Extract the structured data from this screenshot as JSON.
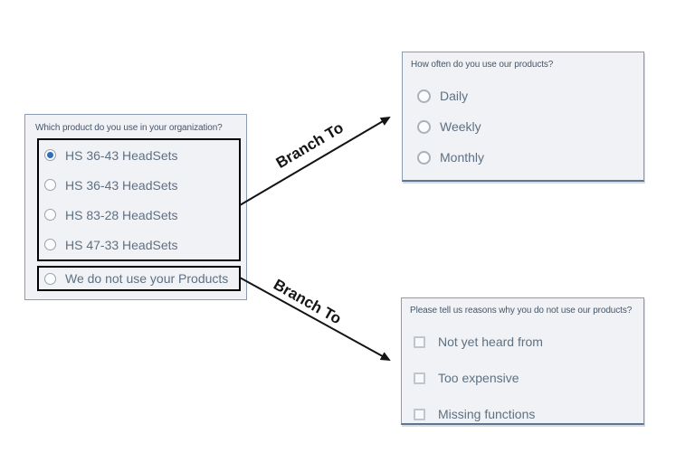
{
  "source_question": {
    "title": "Which product do you use in your organization?",
    "options": [
      {
        "label": "HS 36-43 HeadSets",
        "selected": true
      },
      {
        "label": "HS 36-43 HeadSets",
        "selected": false
      },
      {
        "label": "HS 83-28 HeadSets",
        "selected": false
      },
      {
        "label": "HS 47-33 HeadSets",
        "selected": false
      }
    ],
    "optout": {
      "label": "We do not use your Products",
      "selected": false
    }
  },
  "branches": {
    "top_label": "Branch To",
    "bottom_label": "Branch To"
  },
  "frequency_question": {
    "title": "How often do you use our products?",
    "options": [
      {
        "label": "Daily"
      },
      {
        "label": "Weekly"
      },
      {
        "label": "Monthly"
      }
    ]
  },
  "reasons_question": {
    "title": "Please tell us reasons why you do not use our products?",
    "options": [
      {
        "label": "Not yet heard from"
      },
      {
        "label": "Too expensive"
      },
      {
        "label": "Missing functions"
      }
    ]
  },
  "colors": {
    "panel_background": "#f0f2f6",
    "panel_border": "#8b9cb1",
    "panel_border_bottom": "#5f7490",
    "highlight_border": "#000000",
    "question_text": "#44566b",
    "option_text": "#5f7081",
    "radio_selected": "#2f6db4",
    "arrow": "#141414"
  }
}
